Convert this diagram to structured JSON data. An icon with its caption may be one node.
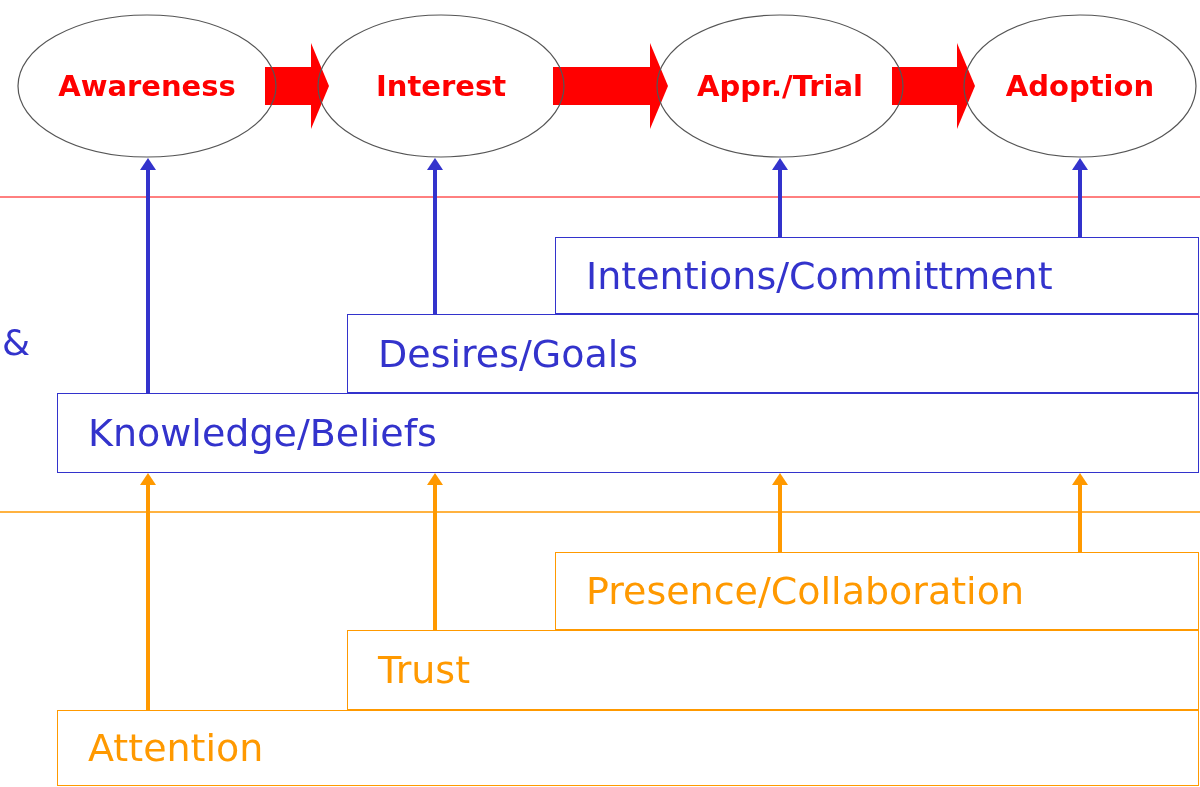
{
  "diagram": {
    "nodes": [
      {
        "text": [
          "Awareness"
        ]
      },
      {
        "text": [
          "Interest"
        ]
      },
      {
        "text": [
          "Appr./Trial"
        ]
      },
      {
        "text": [
          "Adoption"
        ]
      },
      {
        "text": [
          "Intentions/Committment"
        ]
      },
      {
        "text": [
          "Desires/Goals"
        ]
      },
      {
        "text": [
          "Knowledge/Beliefs"
        ]
      },
      {
        "text": [
          "Presence/Collaboration"
        ]
      },
      {
        "text": [
          "Trust"
        ]
      },
      {
        "text": [
          "Attention"
        ]
      }
    ],
    "edges": [
      {
        "from": 0,
        "to": 1,
        "arrow": "to",
        "style": "thick",
        "color": "#ff0000"
      },
      {
        "from": 1,
        "to": 2,
        "arrow": "to",
        "style": "thick",
        "color": "#ff0000"
      },
      {
        "from": 2,
        "to": 3,
        "arrow": "to",
        "style": "thick",
        "color": "#ff0000"
      },
      {
        "from": 6,
        "to": 0,
        "arrow": "to",
        "color": "#3333cc"
      },
      {
        "from": 5,
        "to": 1,
        "arrow": "to",
        "color": "#3333cc"
      },
      {
        "from": 4,
        "to": 2,
        "arrow": "to",
        "color": "#3333cc"
      },
      {
        "from": 4,
        "to": 3,
        "arrow": "to",
        "color": "#3333cc"
      },
      {
        "from": 9,
        "to": 6,
        "arrow": "to",
        "color": "#ff9900"
      },
      {
        "from": 8,
        "to": 6,
        "arrow": "to",
        "color": "#ff9900"
      },
      {
        "from": 7,
        "to": 6,
        "arrow": "to",
        "color": "#ff9900"
      },
      {
        "from": 7,
        "to": 6,
        "arrow": "to",
        "color": "#ff9900"
      }
    ],
    "labels": [
      "&"
    ]
  }
}
